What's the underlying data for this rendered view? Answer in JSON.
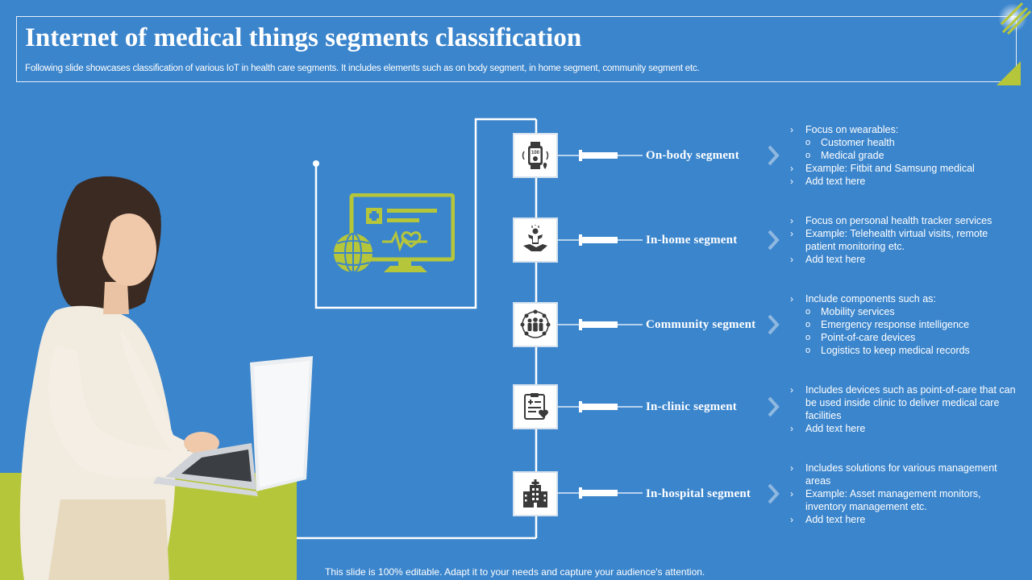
{
  "header": {
    "title": "Internet of medical things segments classification",
    "subtitle": "Following slide showcases classification of various IoT in health care segments. It includes elements such as on body segment, in home segment, community segment etc."
  },
  "footer": "This slide is 100% editable. Adapt it to your needs and capture your audience's attention.",
  "colors": {
    "background": "#3b85cc",
    "accent_green": "#b6c63a",
    "icon_dark": "#3a3a3a"
  },
  "center_icon": "monitor-health-globe-icon",
  "segments": [
    {
      "label": "On-body segment",
      "icon": "smartwatch-icon",
      "bullets": [
        {
          "text": "Focus on wearables:",
          "sub": [
            "Customer health",
            "Medical grade"
          ]
        },
        {
          "text": "Example: Fitbit and Samsung medical",
          "sub": []
        },
        {
          "text": "Add text here",
          "sub": []
        }
      ]
    },
    {
      "label": "In-home segment",
      "icon": "hand-care-icon",
      "bullets": [
        {
          "text": "Focus on personal health tracker services",
          "sub": []
        },
        {
          "text": "Example: Telehealth virtual visits, remote patient monitoring etc.",
          "sub": []
        },
        {
          "text": "Add text here",
          "sub": []
        }
      ]
    },
    {
      "label": "Community segment",
      "icon": "community-network-icon",
      "bullets": [
        {
          "text": "Include components such as:",
          "sub": [
            "Mobility services",
            "Emergency response intelligence",
            "Point-of-care  devices",
            "Logistics to keep medical records"
          ]
        }
      ]
    },
    {
      "label": "In-clinic segment",
      "icon": "clipboard-heart-icon",
      "bullets": [
        {
          "text": "Includes devices such as point-of-care that can be used inside clinic to deliver medical care facilities",
          "sub": []
        },
        {
          "text": "Add text here",
          "sub": []
        }
      ]
    },
    {
      "label": "In-hospital segment",
      "icon": "hospital-building-icon",
      "bullets": [
        {
          "text": "Includes solutions for various management  areas",
          "sub": []
        },
        {
          "text": "Example: Asset management monitors, inventory management etc.",
          "sub": []
        },
        {
          "text": "Add text here",
          "sub": []
        }
      ]
    }
  ]
}
